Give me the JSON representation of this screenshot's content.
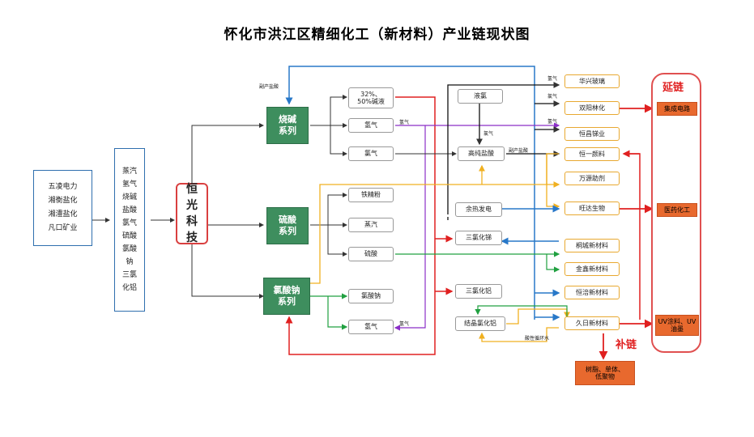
{
  "title": "怀化市洪江区精细化工（新材料）产业链现状图",
  "sources": [
    "五凌电力",
    "湘衡盐化",
    "湘澧盐化",
    "凡口矿业"
  ],
  "inputs": [
    "蒸汽",
    "氢气",
    "烧碱",
    "盐酸",
    "氯气",
    "硫酸",
    "氯酸",
    "钠",
    "三氯",
    "化铝"
  ],
  "company": [
    "恒",
    "光",
    "科",
    "技"
  ],
  "series": {
    "caustic": [
      "烧碱",
      "系列"
    ],
    "sulfuric": [
      "硫酸",
      "系列"
    ],
    "chlorate": [
      "氯酸钠",
      "系列"
    ]
  },
  "products": {
    "lye": [
      "32%、",
      "50%碱液"
    ],
    "hydrogen1": "氢气",
    "chlorine": "氯气",
    "iron": "铁精粉",
    "steam": "蒸汽",
    "sulfuric_acid": "硫酸",
    "sodium_chlorate": "氯酸钠",
    "hydrogen2": "氢气",
    "liquid_chlorine": "液氯",
    "hp_hcl": "高纯盐酸",
    "waste_heat": "余热发电",
    "tin_chloride": "三氯化锑",
    "al_chloride": "三氯化铝",
    "crystal_al": "结晶氯化铝"
  },
  "downstream": [
    "华兴玻璃",
    "双阳林化",
    "恒昌锑业",
    "恒一颜料",
    "万源助剂",
    "旺达生物",
    "桐城新材料",
    "金鑫新材料",
    "恒涪新材料",
    "久日新材料"
  ],
  "chain": {
    "extend_label": "延链",
    "supplement_label": "补链",
    "targets": [
      "集成电路",
      "医药化工",
      "UV涂料、UV油墨"
    ],
    "supplement_target": [
      "树脂、单体、",
      "低聚物"
    ]
  },
  "edge_labels": {
    "by_hcl_top": "副产盐酸",
    "hydrogen_a": "氢气",
    "chlorine_a": "氯气",
    "hydrogen_b": "氢气",
    "chlorine_b": "氯气",
    "by_hcl_mid": "副产盐酸",
    "hydrogen_c": "氢气",
    "hydrogen_d": "氢气",
    "acid_water": "酸性循环水"
  },
  "colors": {
    "series_green": "#3e8e5e",
    "company_red": "#d94040",
    "chain_orange": "#e8692e",
    "arrow_blue": "#2878c8",
    "arrow_red": "#e02020",
    "arrow_yellow": "#f0b020",
    "arrow_purple": "#8b2fc8",
    "arrow_green": "#20a040",
    "arrow_black": "#111111"
  }
}
